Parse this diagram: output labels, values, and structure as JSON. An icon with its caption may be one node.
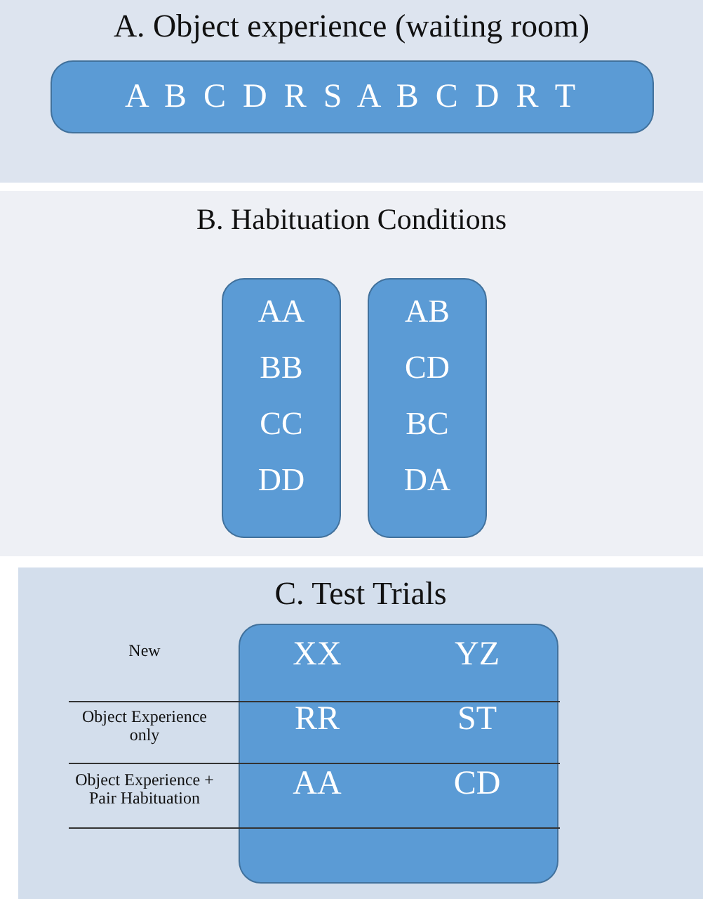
{
  "diagram": {
    "nodes": [
      {
        "text": [
          "A.  Object experience (waiting room)"
        ]
      },
      {
        "text": [
          "A B C D R S A B C D R T"
        ],
        "in": 0
      },
      {
        "text": [
          "B. Habituation Conditions"
        ]
      },
      {
        "text": [
          "AA",
          "BB",
          "CC",
          "DD"
        ],
        "in": 2
      },
      {
        "text": [
          "AB",
          "CD",
          "BC",
          "DA"
        ],
        "in": 2
      },
      {
        "text": [
          "C. Test Trials"
        ]
      },
      {
        "text": [
          "XX",
          "YZ",
          "RR",
          "ST",
          "AA",
          "CD"
        ],
        "in": 5
      }
    ],
    "edges": [],
    "labels": [
      "New",
      "Object Experience only",
      "Object Experience + Pair Habituation"
    ]
  }
}
